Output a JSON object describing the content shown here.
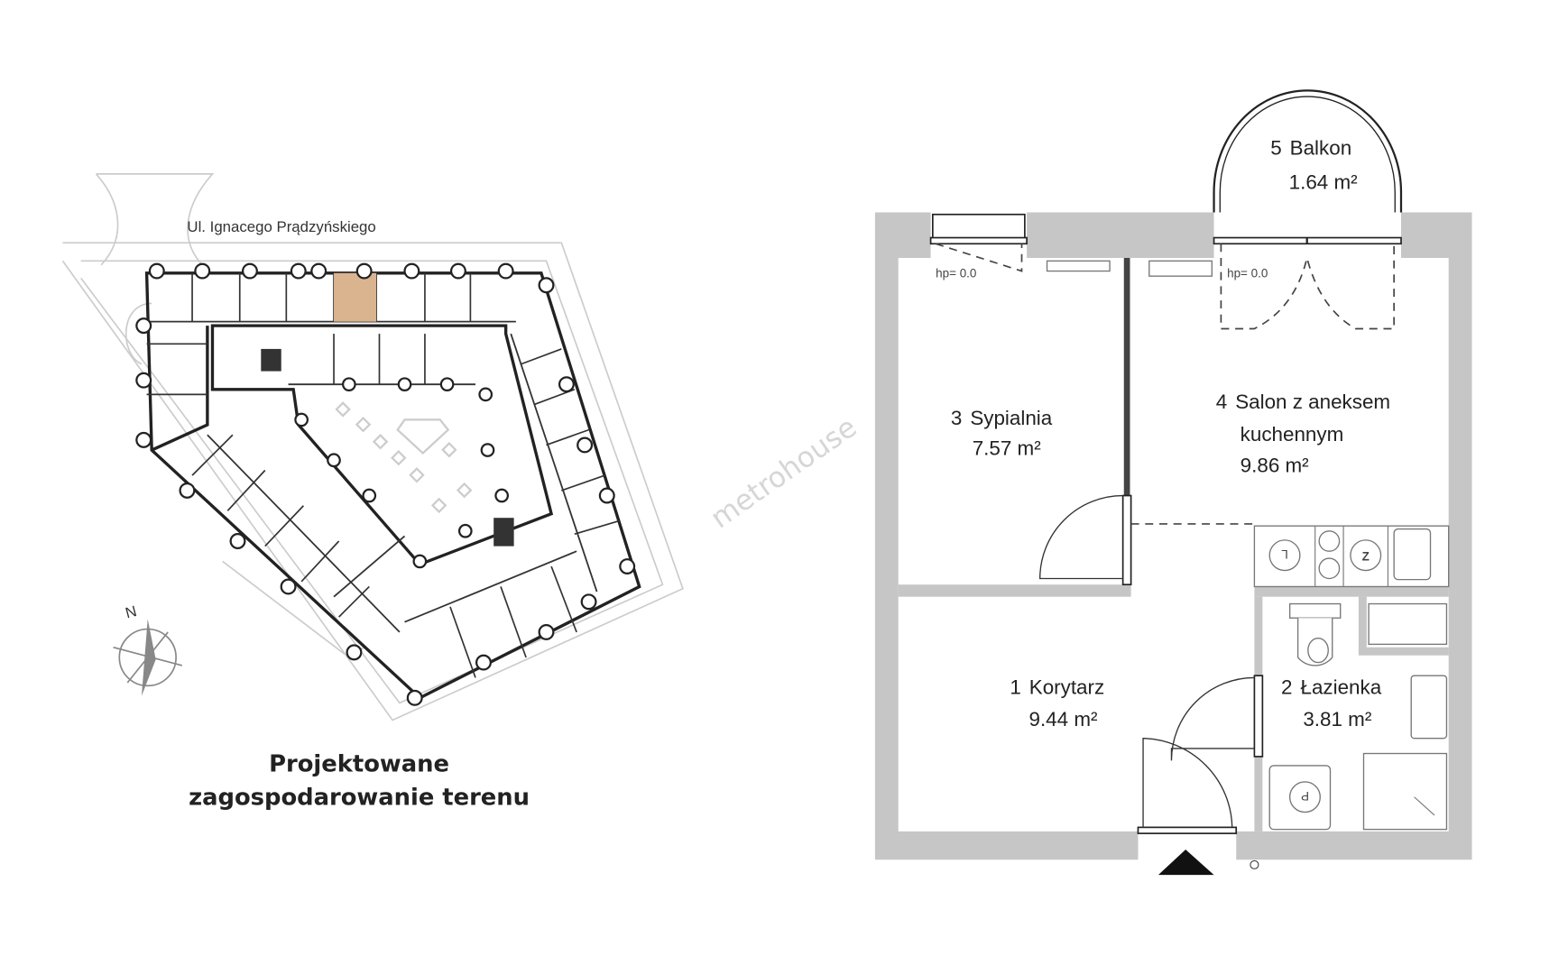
{
  "site_plan": {
    "street_label": "Ul. Ignacego Prądzyńskiego",
    "title_line1": "Projektowane",
    "title_line2": "zagospodarowanie terenu",
    "compass_label": "N",
    "highlight_color": "#d9b48f"
  },
  "watermark": "metrohouse",
  "floor_plan": {
    "wall_color": "#c6c6c6",
    "window_height_labels": [
      "hp= 0.0",
      "hp= 0.0"
    ],
    "rooms": [
      {
        "number": "1",
        "name": "Korytarz",
        "area": "9.44 m²"
      },
      {
        "number": "2",
        "name": "Łazienka",
        "area": "3.81 m²"
      },
      {
        "number": "3",
        "name": "Sypialnia",
        "area": "7.57 m²"
      },
      {
        "number": "4",
        "name": "Salon z aneksem",
        "name_line2": "kuchennym",
        "area": "9.86 m²"
      },
      {
        "number": "5",
        "name": "Balkon",
        "area": "1.64 m²"
      }
    ],
    "appliance_symbols": [
      "L",
      "Z",
      "P"
    ]
  }
}
